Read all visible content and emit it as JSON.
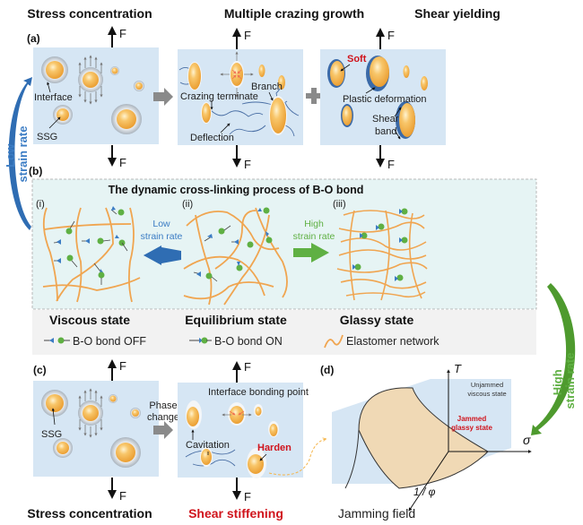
{
  "panel_a": {
    "label": "(a)",
    "titles": [
      "Stress concentration",
      "Multiple crazing growth",
      "Shear yielding"
    ],
    "force_label": "F",
    "annotations": {
      "interface": "Interface",
      "ssg": "SSG",
      "crazing_terminate": "Crazing terminate",
      "branch": "Branch",
      "deflection": "Deflection",
      "soft": "Soft",
      "plastic_deformation": "Plastic deformation",
      "shear": "Shear",
      "band": "band"
    }
  },
  "panel_b": {
    "label": "(b)",
    "title": "The dynamic cross-linking process of B-O bond",
    "sub_labels": [
      "(i)",
      "(ii)",
      "(iii)"
    ],
    "low_arrow": [
      "Low",
      "strain rate"
    ],
    "high_arrow": [
      "High",
      "strain rate"
    ],
    "states": [
      "Viscous state",
      "Equilibrium state",
      "Glassy state"
    ],
    "legend": [
      "B-O bond OFF",
      "B-O bond ON",
      "Elastomer network"
    ]
  },
  "side_arrows": {
    "left": [
      "Low",
      "strain rate"
    ],
    "right": [
      "High",
      "strain rate"
    ]
  },
  "panel_c": {
    "label": "(c)",
    "ssg": "SSG",
    "phase_change": [
      "Phase",
      "change"
    ],
    "interface_bonding_point": "Interface bonding point",
    "cavitation": "Cavitation",
    "harden": "Harden",
    "bottom_titles": [
      "Stress concentration",
      "Shear stiffening"
    ]
  },
  "panel_d": {
    "label": "(d)",
    "axis_T": "T",
    "axis_sigma": "σ",
    "axis_phi": "1 / φ",
    "unjammed": [
      "Unjammed",
      "viscous state"
    ],
    "jammed": [
      "Jammed",
      "glassy state"
    ],
    "title": "Jamming field"
  },
  "colors": {
    "panel_bg": "#d6e6f4",
    "particle": "#f5b54a",
    "low_rate_blue": "#3b7cc4",
    "high_rate_green": "#5fb043",
    "network": "#f0a550",
    "emphasis_red": "#d0141c",
    "band_bg": "#e6f4f4"
  }
}
